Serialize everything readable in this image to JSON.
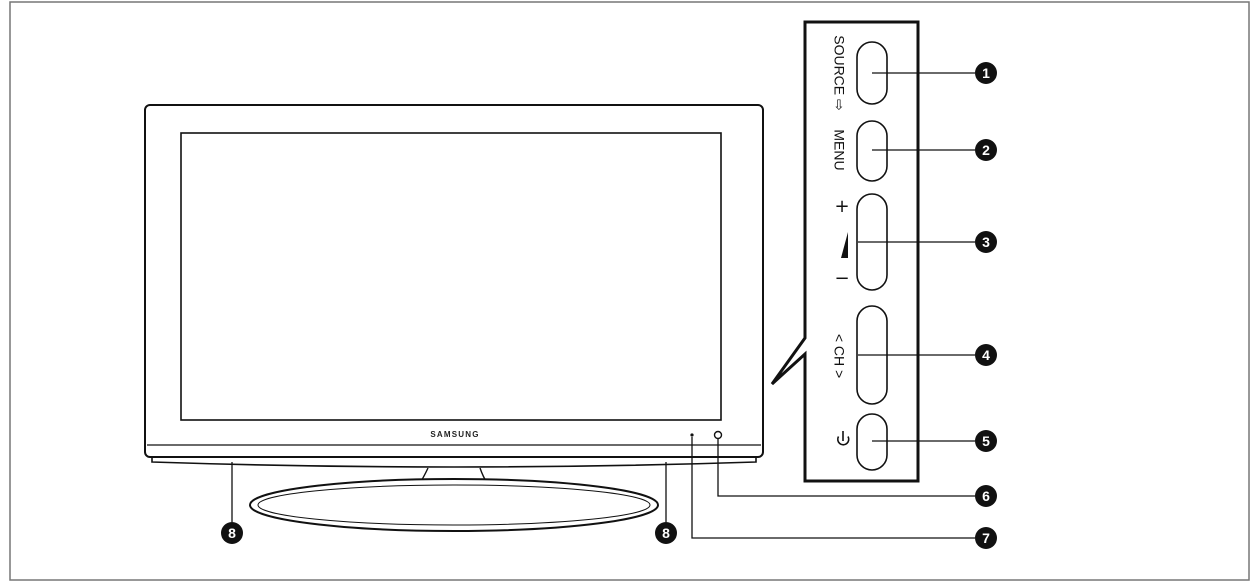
{
  "tv": {
    "brand": "SAMSUNG"
  },
  "panel": {
    "buttons": [
      {
        "number": "1",
        "label": "SOURCE ⇨"
      },
      {
        "number": "2",
        "label": "MENU"
      },
      {
        "number": "3",
        "plus": "+",
        "icon": "volume-icon",
        "minus": "−"
      },
      {
        "number": "4",
        "label": "< CH >"
      },
      {
        "number": "5",
        "icon": "power-icon"
      }
    ]
  },
  "callouts": {
    "remote_sensor": "6",
    "power_indicator": "7",
    "speaker_left": "8",
    "speaker_right": "8"
  },
  "colors": {
    "line": "#111111",
    "bezel_fill": "#ffffff",
    "frame": "#777777",
    "callout_fill": "#111111"
  }
}
